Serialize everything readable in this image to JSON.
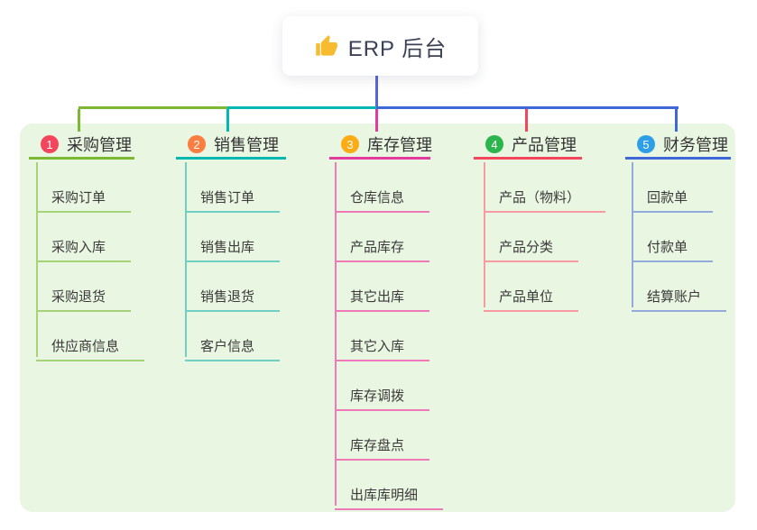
{
  "root": {
    "label": "ERP 后台",
    "icon": "thumbs-up"
  },
  "colors": {
    "canvas_bg": "#ffffff",
    "panel_bg": "#e9f6e2",
    "root_line": "#5566d8",
    "root_box_bg": "#ffffff",
    "root_text": "#3c4156",
    "title_text": "#333333",
    "item_text": "#3a3a3a",
    "thumb_icon": "#f6bb2e"
  },
  "branches": [
    {
      "num": "1",
      "title": "采购管理",
      "badge_color": "#f3465c",
      "line_color": "#7db832",
      "sub_color": "#a6d378",
      "items": [
        "采购订单",
        "采购入库",
        "采购退货",
        "供应商信息"
      ]
    },
    {
      "num": "2",
      "title": "销售管理",
      "badge_color": "#fb7d3f",
      "line_color": "#02b8b0",
      "sub_color": "#6fcfc3",
      "items": [
        "销售订单",
        "销售出库",
        "销售退货",
        "客户信息"
      ]
    },
    {
      "num": "3",
      "title": "库存管理",
      "badge_color": "#fbac14",
      "line_color": "#e43a9e",
      "sub_color": "#f07ab8",
      "items": [
        "仓库信息",
        "产品库存",
        "其它出库",
        "其它入库",
        "库存调拨",
        "库存盘点",
        "出库库明细"
      ]
    },
    {
      "num": "4",
      "title": "产品管理",
      "badge_color": "#2cb54c",
      "line_color": "#f4455c",
      "sub_color": "#f79aa2",
      "items": [
        "产品（物料）",
        "产品分类",
        "产品单位"
      ]
    },
    {
      "num": "5",
      "title": "财务管理",
      "badge_color": "#2e9fe6",
      "line_color": "#3e68d8",
      "sub_color": "#94aadc",
      "items": [
        "回款单",
        "付款单",
        "结算账户"
      ]
    }
  ]
}
